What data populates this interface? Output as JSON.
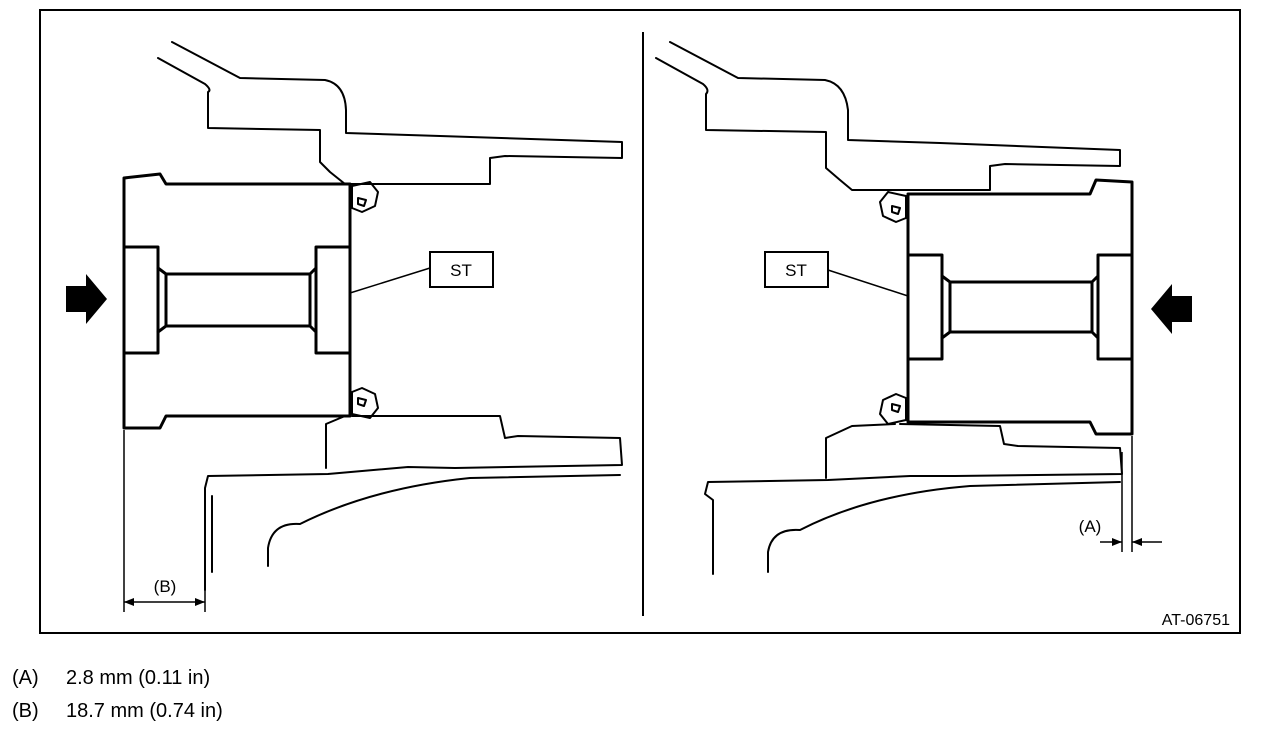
{
  "figure": {
    "code": "AT-06751",
    "tool_label": "ST",
    "dim_a_label": "(A)",
    "dim_b_label": "(B)"
  },
  "legend": [
    {
      "key": "(A)",
      "value": "2.8 mm (0.11 in)"
    },
    {
      "key": "(B)",
      "value": "18.7 mm (0.74 in)"
    }
  ]
}
